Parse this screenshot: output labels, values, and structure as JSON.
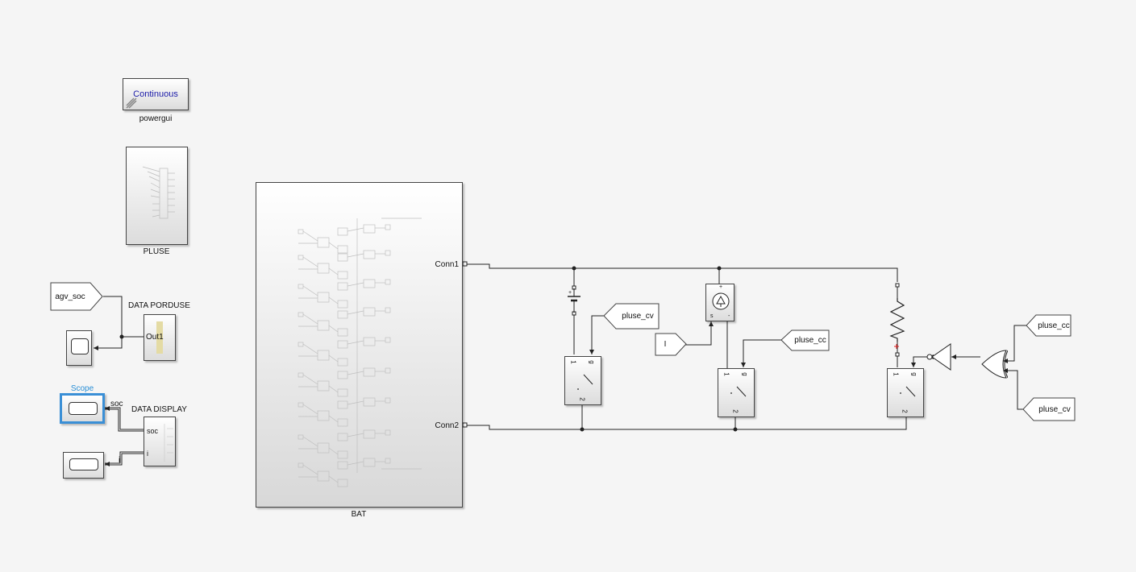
{
  "powergui": {
    "mode": "Continuous",
    "name": "powergui",
    "color": "#1a1aa8"
  },
  "pulse": {
    "name": "PLUSE"
  },
  "data_produce": {
    "name": "DATA PORDUSE",
    "port_out": "Out1"
  },
  "agv_soc_tag": {
    "label": "agv_soc"
  },
  "scope": {
    "title": "Scope",
    "title_color": "#2a8fd6"
  },
  "data_display": {
    "name": "DATA DISPLAY",
    "port_soc": "soc",
    "port_i": "i",
    "signal_soc": "soc",
    "signal_i": "i"
  },
  "bat": {
    "name": "BAT",
    "conn1": "Conn1",
    "conn2": "Conn2"
  },
  "tags": {
    "pluse_cv_1": "pluse_cv",
    "pluse_cc_1": "pluse_cc",
    "pluse_cc_2": "pluse_cc",
    "pluse_cv_2": "pluse_cv",
    "current_const": "I"
  },
  "switch_ports": {
    "top_left": "1",
    "top_right": "g",
    "bottom": "2"
  },
  "current_source_ports": {
    "plus": "+",
    "s": "s",
    "minus": "-"
  },
  "icons": [
    "dc-voltage-source-icon",
    "controlled-current-source-icon",
    "resistor-icon",
    "not-gate-icon",
    "or-gate-icon",
    "ideal-switch-icon",
    "scope-icon"
  ]
}
